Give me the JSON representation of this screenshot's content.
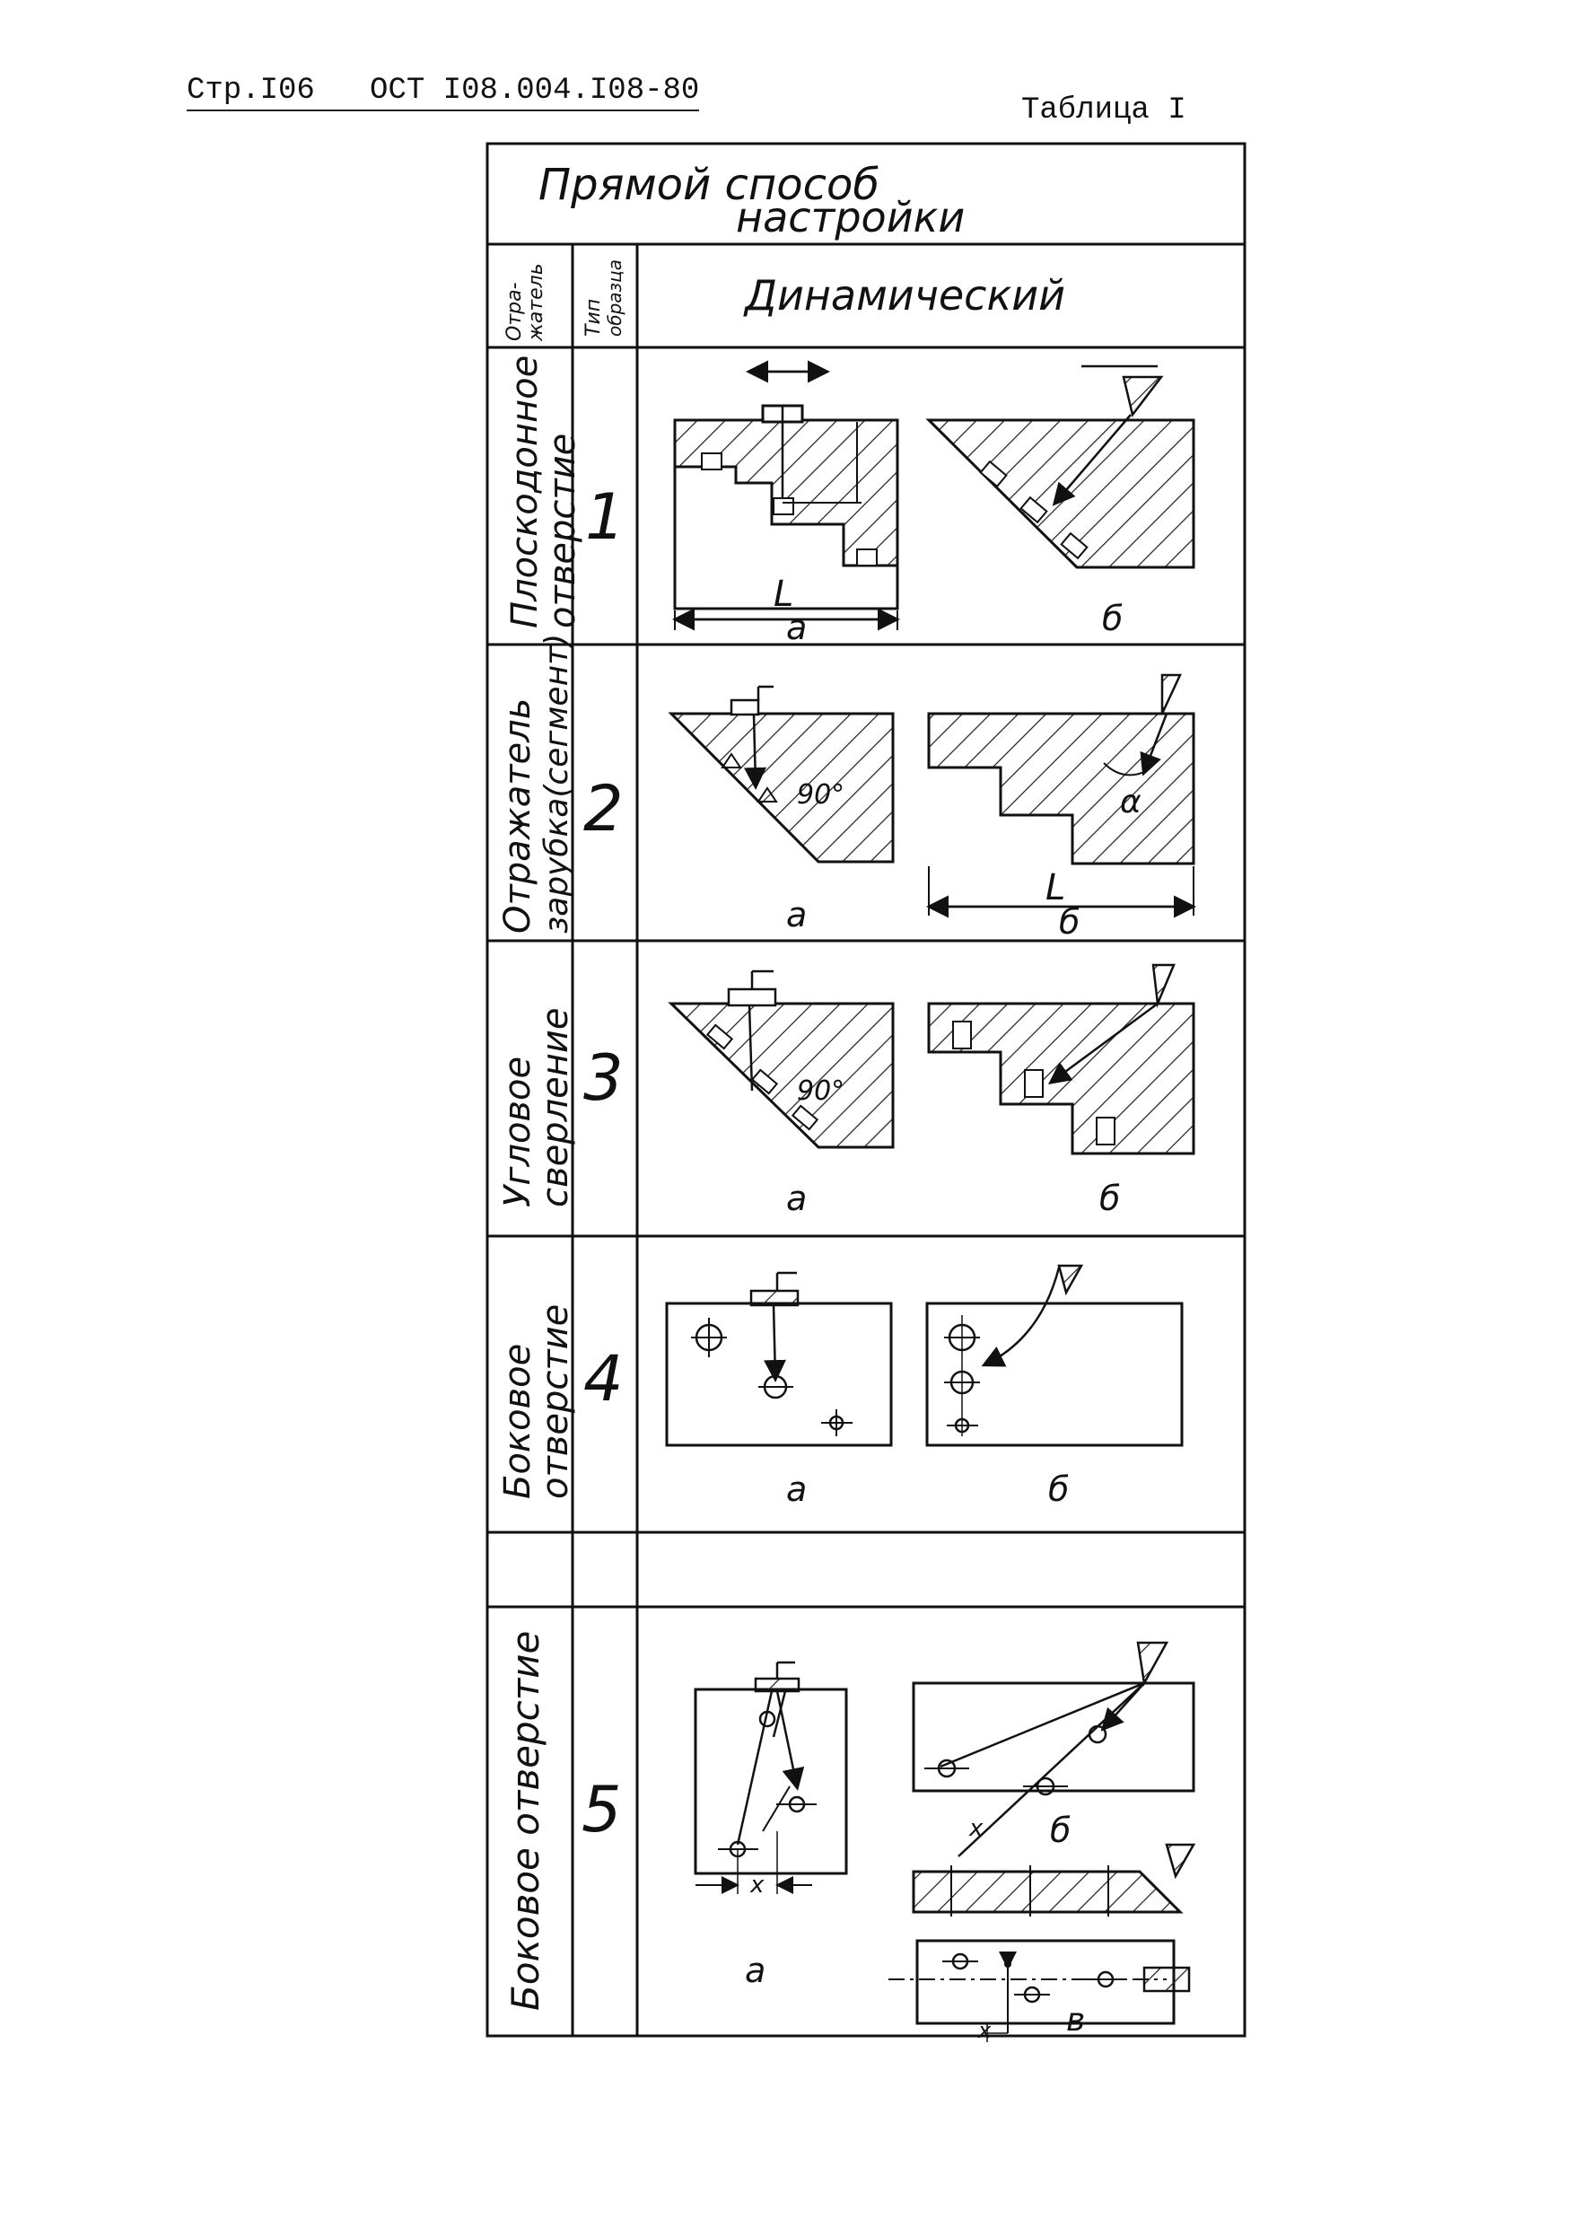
{
  "header": {
    "page_ref": "Стр.I06",
    "standard": "ОСТ I08.004.I08-80",
    "table_label": "Таблица I"
  },
  "table": {
    "title_line1": "Прямой способ",
    "title_line2": "настройки",
    "col_reflector": [
      "Отра-",
      "жатель"
    ],
    "col_type": [
      "Тип",
      "образца"
    ],
    "col_method": "Динамический",
    "rows": [
      {
        "reflector": [
          "Плоскодонное",
          "отверстие"
        ],
        "type": "1",
        "labels": [
          "L",
          "а",
          "б"
        ]
      },
      {
        "reflector": [
          "Отражатель",
          "зарубка(сегмент)"
        ],
        "type": "2",
        "labels": [
          "90°",
          "α",
          "L",
          "а",
          "б"
        ]
      },
      {
        "reflector": [
          "Угловое",
          "сверление"
        ],
        "type": "3",
        "labels": [
          "90°",
          "а",
          "б"
        ]
      },
      {
        "reflector": [
          "Боковое",
          "отверстие"
        ],
        "type": "4",
        "labels": [
          "а",
          "б"
        ]
      },
      {
        "reflector": [
          "",
          ""
        ],
        "type": "",
        "labels": []
      },
      {
        "reflector": [
          "Боковое отверстие"
        ],
        "type": "5",
        "labels": [
          "x",
          "а",
          "x",
          "б",
          "x",
          "в"
        ]
      }
    ]
  }
}
